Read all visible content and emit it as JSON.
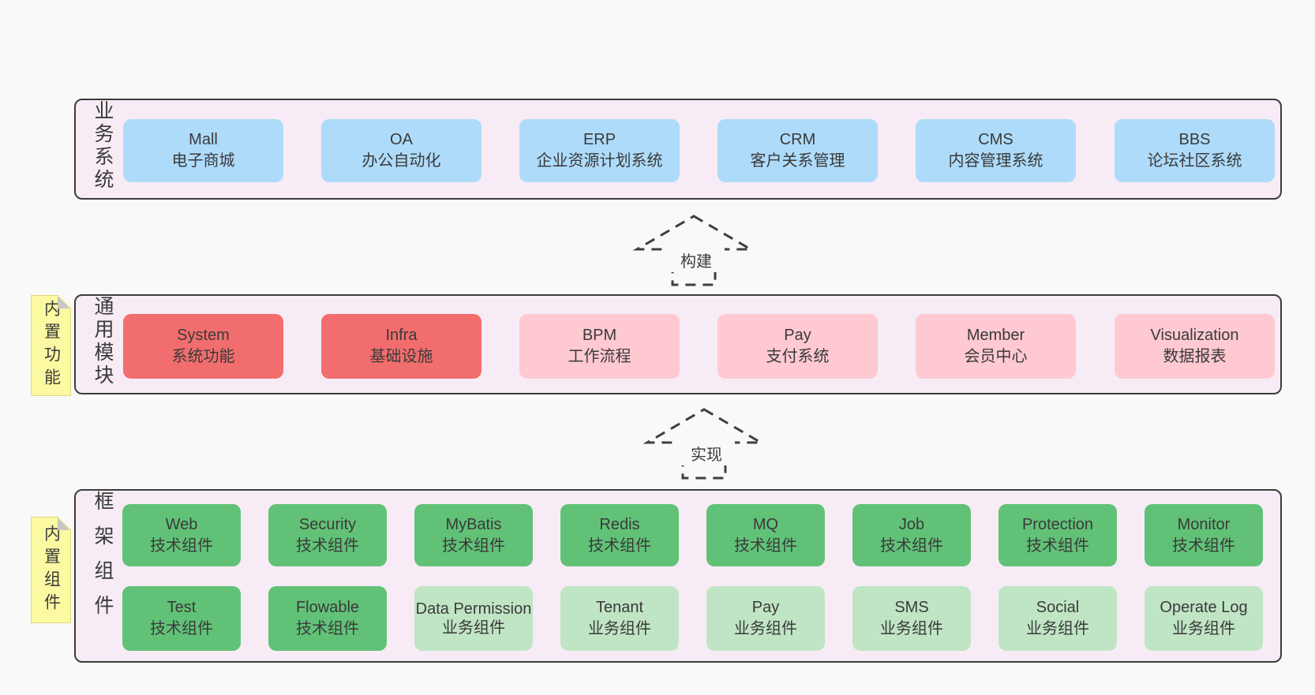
{
  "diagram": {
    "layers": {
      "business": {
        "label": "业务系统",
        "items": [
          {
            "name": "Mall",
            "desc": "电子商城"
          },
          {
            "name": "OA",
            "desc": "办公自动化"
          },
          {
            "name": "ERP",
            "desc": "企业资源计划系统"
          },
          {
            "name": "CRM",
            "desc": "客户关系管理"
          },
          {
            "name": "CMS",
            "desc": "内容管理系统"
          },
          {
            "name": "BBS",
            "desc": "论坛社区系统"
          }
        ]
      },
      "modules": {
        "note": "内置功能",
        "label": "通用模块",
        "items": [
          {
            "name": "System",
            "desc": "系统功能",
            "variant": "red"
          },
          {
            "name": "Infra",
            "desc": "基础设施",
            "variant": "red"
          },
          {
            "name": "BPM",
            "desc": "工作流程",
            "variant": "pink"
          },
          {
            "name": "Pay",
            "desc": "支付系统",
            "variant": "pink"
          },
          {
            "name": "Member",
            "desc": "会员中心",
            "variant": "pink"
          },
          {
            "name": "Visualization",
            "desc": "数据报表",
            "variant": "pink"
          }
        ]
      },
      "components": {
        "note": "内置组件",
        "label": "框架组件",
        "row1": [
          {
            "name": "Web",
            "desc": "技术组件",
            "variant": "green"
          },
          {
            "name": "Security",
            "desc": "技术组件",
            "variant": "green"
          },
          {
            "name": "MyBatis",
            "desc": "技术组件",
            "variant": "green"
          },
          {
            "name": "Redis",
            "desc": "技术组件",
            "variant": "green"
          },
          {
            "name": "MQ",
            "desc": "技术组件",
            "variant": "green"
          },
          {
            "name": "Job",
            "desc": "技术组件",
            "variant": "green"
          },
          {
            "name": "Protection",
            "desc": "技术组件",
            "variant": "green"
          },
          {
            "name": "Monitor",
            "desc": "技术组件",
            "variant": "green"
          }
        ],
        "row2": [
          {
            "name": "Test",
            "desc": "技术组件",
            "variant": "green"
          },
          {
            "name": "Flowable",
            "desc": "技术组件",
            "variant": "green"
          },
          {
            "name": "Data Permission",
            "desc": "业务组件",
            "variant": "lightgreen"
          },
          {
            "name": "Tenant",
            "desc": "业务组件",
            "variant": "lightgreen"
          },
          {
            "name": "Pay",
            "desc": "业务组件",
            "variant": "lightgreen"
          },
          {
            "name": "SMS",
            "desc": "业务组件",
            "variant": "lightgreen"
          },
          {
            "name": "Social",
            "desc": "业务组件",
            "variant": "lightgreen"
          },
          {
            "name": "Operate Log",
            "desc": "业务组件",
            "variant": "lightgreen"
          }
        ]
      }
    },
    "arrows": [
      {
        "label": "构建"
      },
      {
        "label": "实现"
      }
    ],
    "palette": {
      "page_bg": "#f9f9f9",
      "panel_bg": "#f7ecf5",
      "panel_border": "#3c3c3c",
      "blue": "#aedbfa",
      "red": "#f26d6d",
      "pink": "#ffc9d2",
      "green": "#61c277",
      "light_green": "#c0e5c5",
      "note_yellow": "#fbf9a2",
      "text": "#3a3a3a"
    }
  }
}
